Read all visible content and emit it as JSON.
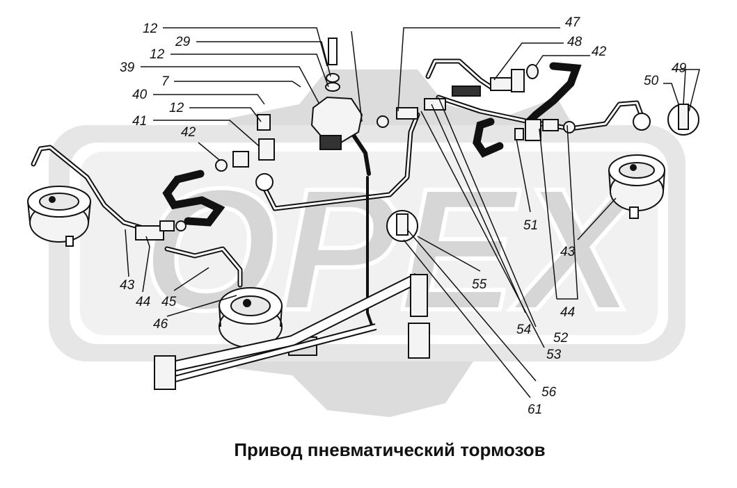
{
  "diagram": {
    "caption": "Привод пневматический тормозов",
    "watermark": "ОРЕХ",
    "colors": {
      "ink": "#111111",
      "watermark": "#d9d9d9",
      "watermark_light": "#ececec",
      "part_fill": "#f4f4f4"
    },
    "callouts": [
      {
        "id": "12",
        "label": "12"
      },
      {
        "id": "29",
        "label": "29"
      },
      {
        "id": "12b",
        "label": "12"
      },
      {
        "id": "39",
        "label": "39"
      },
      {
        "id": "7",
        "label": "7"
      },
      {
        "id": "40",
        "label": "40"
      },
      {
        "id": "12c",
        "label": "12"
      },
      {
        "id": "41",
        "label": "41"
      },
      {
        "id": "42",
        "label": "42"
      },
      {
        "id": "47",
        "label": "47"
      },
      {
        "id": "48",
        "label": "48"
      },
      {
        "id": "42b",
        "label": "42"
      },
      {
        "id": "49",
        "label": "49"
      },
      {
        "id": "50",
        "label": "50"
      },
      {
        "id": "51",
        "label": "51"
      },
      {
        "id": "43",
        "label": "43"
      },
      {
        "id": "43b",
        "label": "43"
      },
      {
        "id": "44",
        "label": "44"
      },
      {
        "id": "45",
        "label": "45"
      },
      {
        "id": "46",
        "label": "46"
      },
      {
        "id": "55",
        "label": "55"
      },
      {
        "id": "44b",
        "label": "44"
      },
      {
        "id": "54",
        "label": "54"
      },
      {
        "id": "52",
        "label": "52"
      },
      {
        "id": "53",
        "label": "53"
      },
      {
        "id": "56",
        "label": "56"
      },
      {
        "id": "61",
        "label": "61"
      }
    ]
  }
}
